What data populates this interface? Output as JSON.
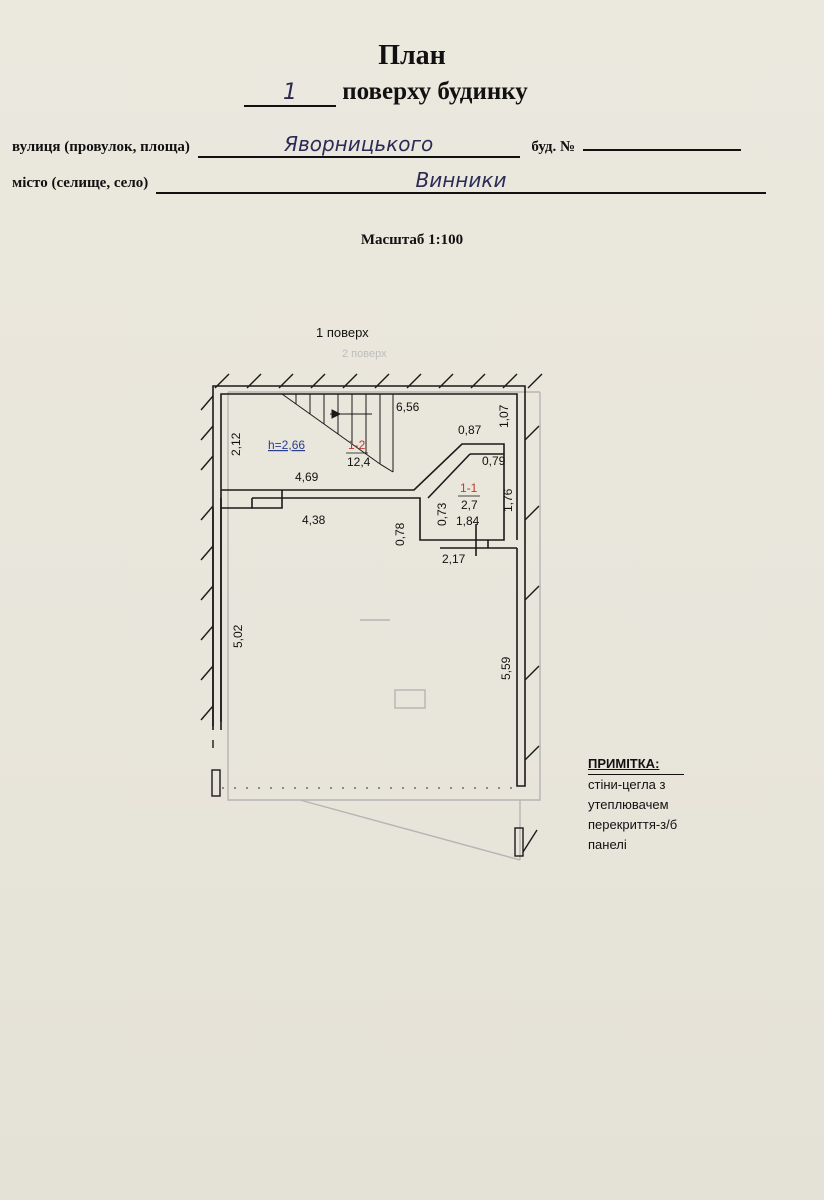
{
  "header": {
    "title": "План",
    "floor_number": "1",
    "subtitle_rest": "поверху будинку"
  },
  "address": {
    "street_label": "вулиця (провулок, площа)",
    "street_value": "Яворницького",
    "building_label": "буд. №",
    "building_value": "",
    "city_label": "місто (селище, село)",
    "city_value": "Винники"
  },
  "scale": "Масштаб 1:100",
  "plan": {
    "floor_label": "1 поверх",
    "ghost_label": "2 поверх",
    "height": "h=2,66",
    "rooms": [
      {
        "id": "1-2",
        "area": "12,4"
      },
      {
        "id": "1-1",
        "area": "2,7"
      }
    ],
    "dimensions": [
      "6,56",
      "1,07",
      "0,87",
      "2,12",
      "0,79",
      "4,69",
      "1,76",
      "0,73",
      "1,84",
      "4,38",
      "0,78",
      "2,17",
      "5,02",
      "5,59"
    ],
    "colors": {
      "line": "#1a1a1a",
      "room_id": "#c0392b",
      "height": "#2c3e8f"
    }
  },
  "note": {
    "heading": "ПРИМІТКА:",
    "lines": [
      "стіни-цегла з",
      "утеплювачем",
      "перекриття-з/б",
      "панелі"
    ]
  }
}
